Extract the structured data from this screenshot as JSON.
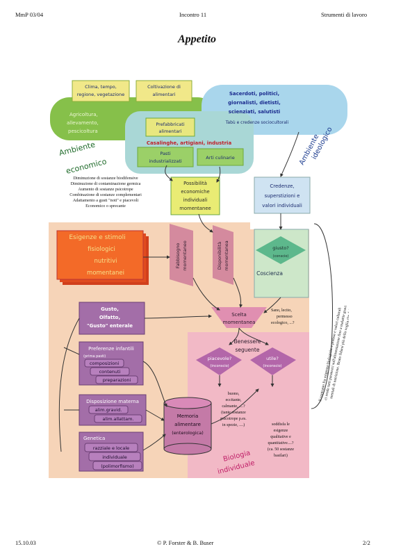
{
  "header": {
    "left": "MmP 03/04",
    "center": "Incontro 11",
    "right": "Strumenti di lavoro"
  },
  "title": "Appetito",
  "footer": {
    "left": "15.10.03",
    "center": "© P. Forster & B. Buser",
    "right": "2/2"
  },
  "diagram": {
    "clima": [
      "Clima, tempo,",
      "regione, vegetazione"
    ],
    "coltivazione": [
      "Coltivazione di",
      "alimentari"
    ],
    "agricoltura": [
      "Agricoltura,",
      "allevamento,",
      "pescicoltura"
    ],
    "sacerdoti": [
      "Sacerdoti, politici,",
      "giornalisti, dietisti,",
      "scienziati, salutisti"
    ],
    "tabu": "Tabù e credenze sociocultorali",
    "prefabbricati": [
      "Prefabbricati",
      "alimentari"
    ],
    "casalinghe": "Casalinghe, artigiani, industria",
    "pasti": [
      "Pasti",
      "industrializzati"
    ],
    "arti": "Arti culinarie",
    "ambiente_economico": [
      "Ambiente",
      "economico"
    ],
    "ambiente_ideologico": [
      "Ambiente",
      "ideologico"
    ],
    "list_economico": [
      "Diminuzione di sostanze biodifensive",
      "Diminuzione di contaminazione germica",
      "Aumento di sostanze psicotrope",
      "Combinazione di sostanze complementari",
      "Adattamento a gusti \"noti\" e piacevoli",
      "Economico o sprecante"
    ],
    "possibilita": [
      "Possibilità",
      "economiche",
      "individuali",
      "momentanee"
    ],
    "credenze": [
      "Credenze,",
      "superstizioni e",
      "valori individuali"
    ],
    "esigenze": [
      "Esigenze e stimoli",
      "fisiologici",
      "nutritivi",
      "momentanei"
    ],
    "fabbisogno": [
      "Fabbisogno",
      "momentaneo"
    ],
    "disponibilita": [
      "Disponibilità",
      "momentanea"
    ],
    "giusto": "giusto?",
    "conscio": "(conscio)",
    "coscienza": "Coscienza",
    "scelta": [
      "Scelta",
      "momentanea"
    ],
    "sano": [
      "Sano, lecito,",
      "permesso",
      "ecologico, ...?"
    ],
    "vertical_text": [
      "Il contrasto fra esigenze biologiche e pretese e valori culturali",
      "ci rende tutti paranoici sull'alimentazione fino a malattie gravi",
      "mentali di nutrizione. Beato fidarsi più della voglia che dei professori!"
    ],
    "gusto": [
      "Gusto,",
      "Olfatto,",
      "\"Gusto\" enterale"
    ],
    "benessere": [
      "Benessere",
      "seguente"
    ],
    "piacevole": "piacevole?",
    "utile": "utile?",
    "inconscio": "(inconscio)",
    "preferenze": "Preferenze infantili",
    "preferenze_items": [
      "(prima pasti)",
      "composizioni",
      "contenuti",
      "preparazioni"
    ],
    "buono": [
      "buono,",
      "eccitante,",
      "calmante, ....?",
      "(tante sostanze",
      "psicotrope p.es.",
      "in spezie, ....)"
    ],
    "disposizione": "Disposizione materna",
    "disposizione_items": [
      "alim.gravid.",
      "alim.allattam."
    ],
    "memoria": [
      "Memoria",
      "alimentare",
      "(enterologica)"
    ],
    "soddisfa": [
      "soddisfa le",
      "esigenze",
      "qualitative e",
      "quantitative....?",
      "(ca. 50 sostanze",
      "basilari)"
    ],
    "genetica": "Genetica",
    "genetica_items": [
      "razziale e locale",
      "individuale",
      "(polimorfismo)"
    ],
    "biologia": [
      "Biologia",
      "individuale"
    ]
  }
}
